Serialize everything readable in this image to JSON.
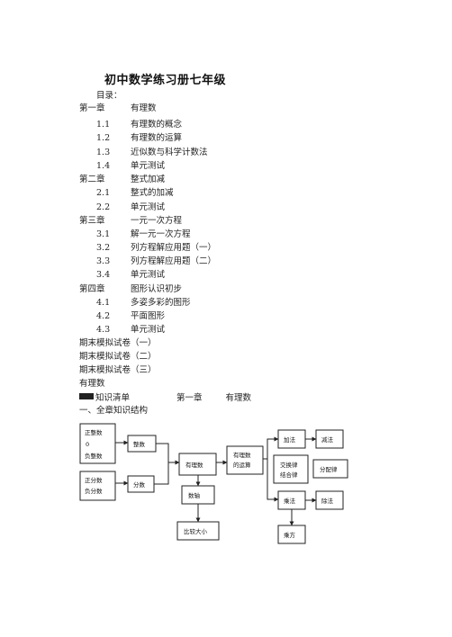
{
  "title": "初中数学练习册七年级",
  "toc_label": "目录：",
  "toc": {
    "ch1": {
      "num": "第一章",
      "title": "有理数"
    },
    "s1_1": {
      "num": "1.1",
      "title": "有理数的概念"
    },
    "s1_2": {
      "num": "1.2",
      "title": "有理数的运算"
    },
    "s1_3": {
      "num": "1.3",
      "title": "近似数与科学计数法"
    },
    "s1_4": {
      "num": "1.4",
      "title": "单元测试"
    },
    "ch2": {
      "num": "第二章",
      "title": "整式加减"
    },
    "s2_1": {
      "num": "2.1",
      "title": "整式的加减"
    },
    "s2_2": {
      "num": "2.2",
      "title": "单元测试"
    },
    "ch3": {
      "num": "第三章",
      "title": "一元一次方程"
    },
    "s3_1": {
      "num": "3.1",
      "title": "解一元一次方程"
    },
    "s3_2": {
      "num": "3.2",
      "title": "列方程解应用题（一）"
    },
    "s3_3": {
      "num": "3.3",
      "title": "列方程解应用题（二）"
    },
    "s3_4": {
      "num": "3.4",
      "title": "单元测试"
    },
    "ch4": {
      "num": "第四章",
      "title": "图形认识初步"
    },
    "s4_1": {
      "num": "4.1",
      "title": "多姿多彩的图形"
    },
    "s4_2": {
      "num": "4.2",
      "title": "平面图形"
    },
    "s4_3": {
      "num": "4.3",
      "title": "单元测试"
    },
    "exam1": "期末模拟试卷（一）",
    "exam2": "期末模拟试卷（二）",
    "exam3": "期末模拟试卷（三）",
    "last": "有理数"
  },
  "section": {
    "badge_text": "知识清单",
    "chapter": "第一章",
    "chapter_title": "有理数",
    "subheading": "一、全章知识结构"
  },
  "diagram": {
    "zhengzhengshu": "正整数",
    "ling": "0",
    "fuzhengshu": "负整数",
    "zhengshu": "整数",
    "zhengfenshu": "正分数",
    "fufenshu": "负分数",
    "fenshu": "分数",
    "youlishu": "有理数",
    "yunsuan_1": "有理数",
    "yunsuan_2": "的运算",
    "shuzhou": "数轴",
    "bijiao": "比较大小",
    "jiafa": "加法",
    "jianfa": "减法",
    "jiaohuan_1": "交换律",
    "jiaohuan_2": "结合律",
    "fenpei": "分配律",
    "chengfa": "乘法",
    "chufa": "除法",
    "chengfang": "乘方"
  }
}
